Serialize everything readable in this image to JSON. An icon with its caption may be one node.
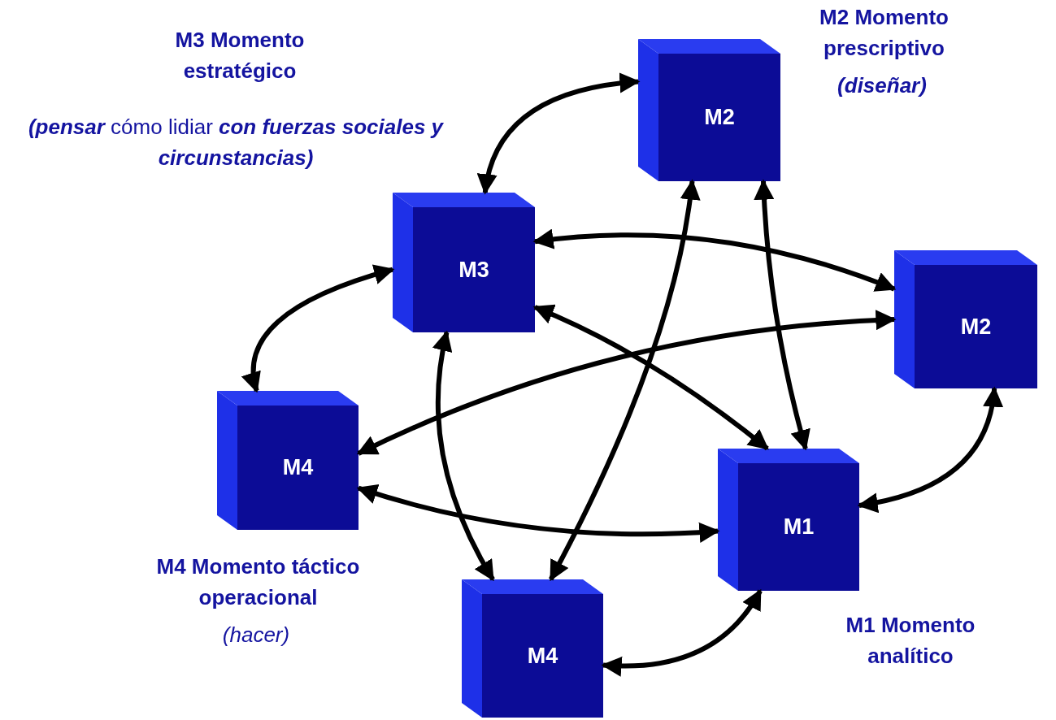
{
  "diagram": {
    "nodes": [
      {
        "text": [
          "M2"
        ]
      },
      {
        "text": [
          "M3"
        ]
      },
      {
        "text": [
          "M2"
        ]
      },
      {
        "text": [
          "M4"
        ]
      },
      {
        "text": [
          "M1"
        ]
      },
      {
        "text": [
          "M4"
        ]
      }
    ],
    "edges": [
      {
        "from": 0,
        "to": 1,
        "arrow": "both"
      },
      {
        "from": 1,
        "to": 2,
        "arrow": "both"
      },
      {
        "from": 1,
        "to": 3,
        "arrow": "both"
      },
      {
        "from": 1,
        "to": 4,
        "arrow": "both"
      },
      {
        "from": 1,
        "to": 5,
        "arrow": "both"
      },
      {
        "from": 0,
        "to": 5,
        "arrow": "both"
      },
      {
        "from": 0,
        "to": 4,
        "arrow": "both"
      },
      {
        "from": 2,
        "to": 3,
        "arrow": "both"
      },
      {
        "from": 2,
        "to": 4,
        "arrow": "both"
      },
      {
        "from": 3,
        "to": 4,
        "arrow": "both"
      },
      {
        "from": 4,
        "to": 5,
        "arrow": "both"
      }
    ],
    "labels": [
      "M3 Momento estratégico",
      "**(pensar** cómo lidiar **con fuerzas sociales y circunstancias)**",
      "M2 Momento prescriptivo",
      "(diseñar)",
      "M4 Momento táctico operacional",
      "(hacer)",
      "M1 Momento analítico"
    ]
  }
}
